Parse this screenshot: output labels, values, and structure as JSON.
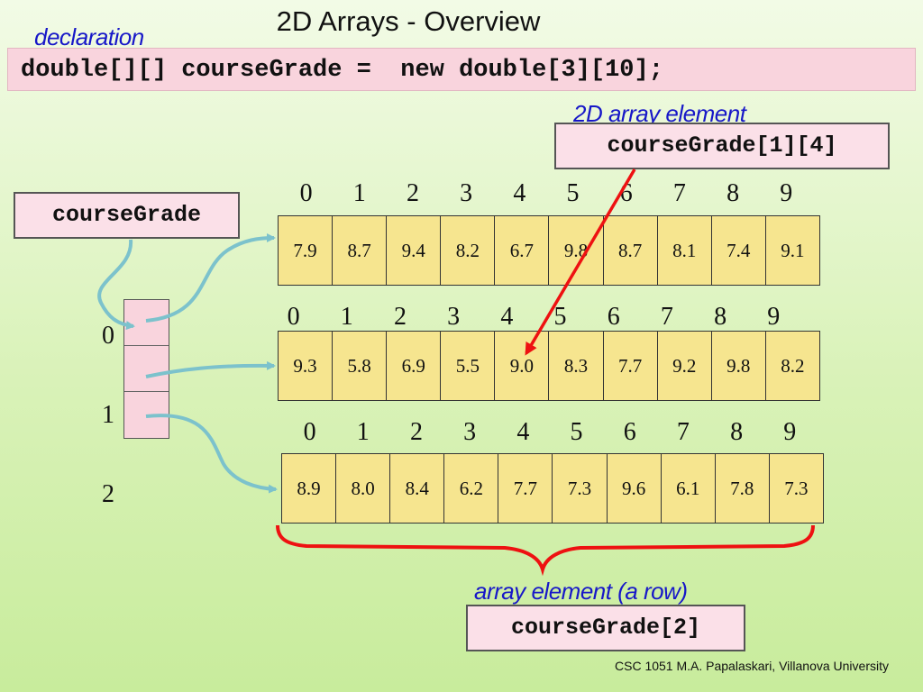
{
  "title": "2D Arrays - Overview",
  "declaration": {
    "label": "declaration",
    "code": "double[][] courseGrade =  new double[3][10];"
  },
  "element_callout": {
    "label": "2D array element",
    "code": "courseGrade[1][4]"
  },
  "row_callout": {
    "label": "array element (a row)",
    "code": "courseGrade[2]"
  },
  "variable_box": {
    "code": "courseGrade"
  },
  "row_indices": [
    "0",
    "1",
    "2"
  ],
  "column_indices": [
    "0",
    "1",
    "2",
    "3",
    "4",
    "5",
    "6",
    "7",
    "8",
    "9"
  ],
  "rows": [
    [
      "7.9",
      "8.7",
      "9.4",
      "8.2",
      "6.7",
      "9.8",
      "8.7",
      "8.1",
      "7.4",
      "9.1"
    ],
    [
      "9.3",
      "5.8",
      "6.9",
      "5.5",
      "9.0",
      "8.3",
      "7.7",
      "9.2",
      "9.8",
      "8.2"
    ],
    [
      "8.9",
      "8.0",
      "8.4",
      "6.2",
      "7.7",
      "7.3",
      "9.6",
      "6.1",
      "7.8",
      "7.3"
    ]
  ],
  "colors": {
    "label_blue": "#1717c8",
    "code_pink": "#fbe0e8",
    "cell_yellow": "#f6e58f",
    "pointer_arrow": "#7cc2cc",
    "red_arrow": "#ee1111"
  },
  "footer": "CSC 1051 M.A. Papalaskari, Villanova University"
}
